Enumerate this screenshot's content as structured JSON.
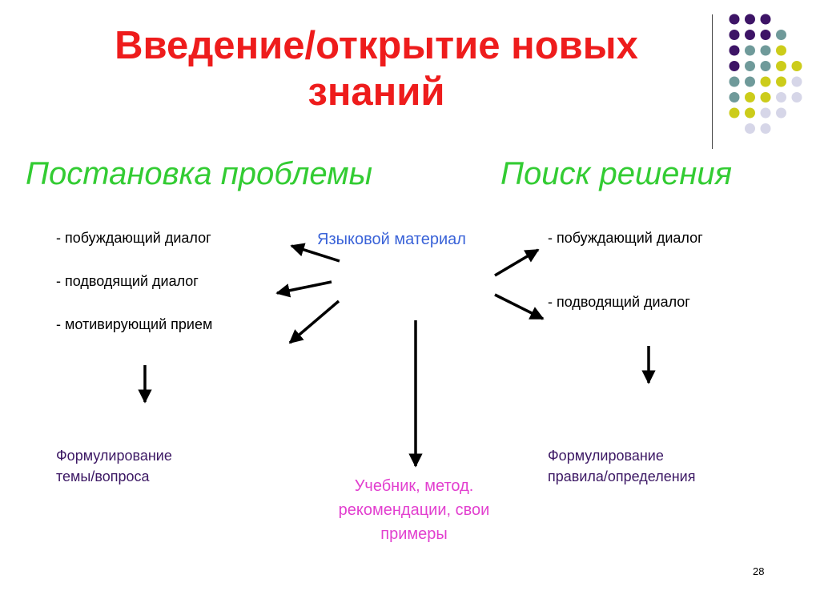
{
  "title": {
    "line1": "Введение/открытие новых",
    "line2": "знаний"
  },
  "headings": {
    "left": "Постановка проблемы",
    "right": "Поиск решения"
  },
  "left_items": [
    "- побуждающий диалог",
    "- подводящий диалог",
    "- мотивирующий прием"
  ],
  "center_label": "Языковой материал",
  "right_items": [
    "- побуждающий диалог",
    "- подводящий диалог"
  ],
  "left_result": {
    "line1": "Формулирование",
    "line2": "темы/вопроса"
  },
  "right_result": {
    "line1": "Формулирование",
    "line2": "правила/определения"
  },
  "bottom_result": {
    "line1": "Учебник, метод.",
    "line2": "рекомендации, свои",
    "line3": "примеры"
  },
  "page_number": "28",
  "colors": {
    "title": "#ee1c1c",
    "heading": "#33cc33",
    "center_label": "#3a63d8",
    "result": "#3c1864",
    "bottom_result": "#e23fcf",
    "dot_purple": "#3d1466",
    "dot_teal": "#6f9a9a",
    "dot_yellow": "#cccc1a",
    "dot_lavender": "#d6d6e8"
  }
}
